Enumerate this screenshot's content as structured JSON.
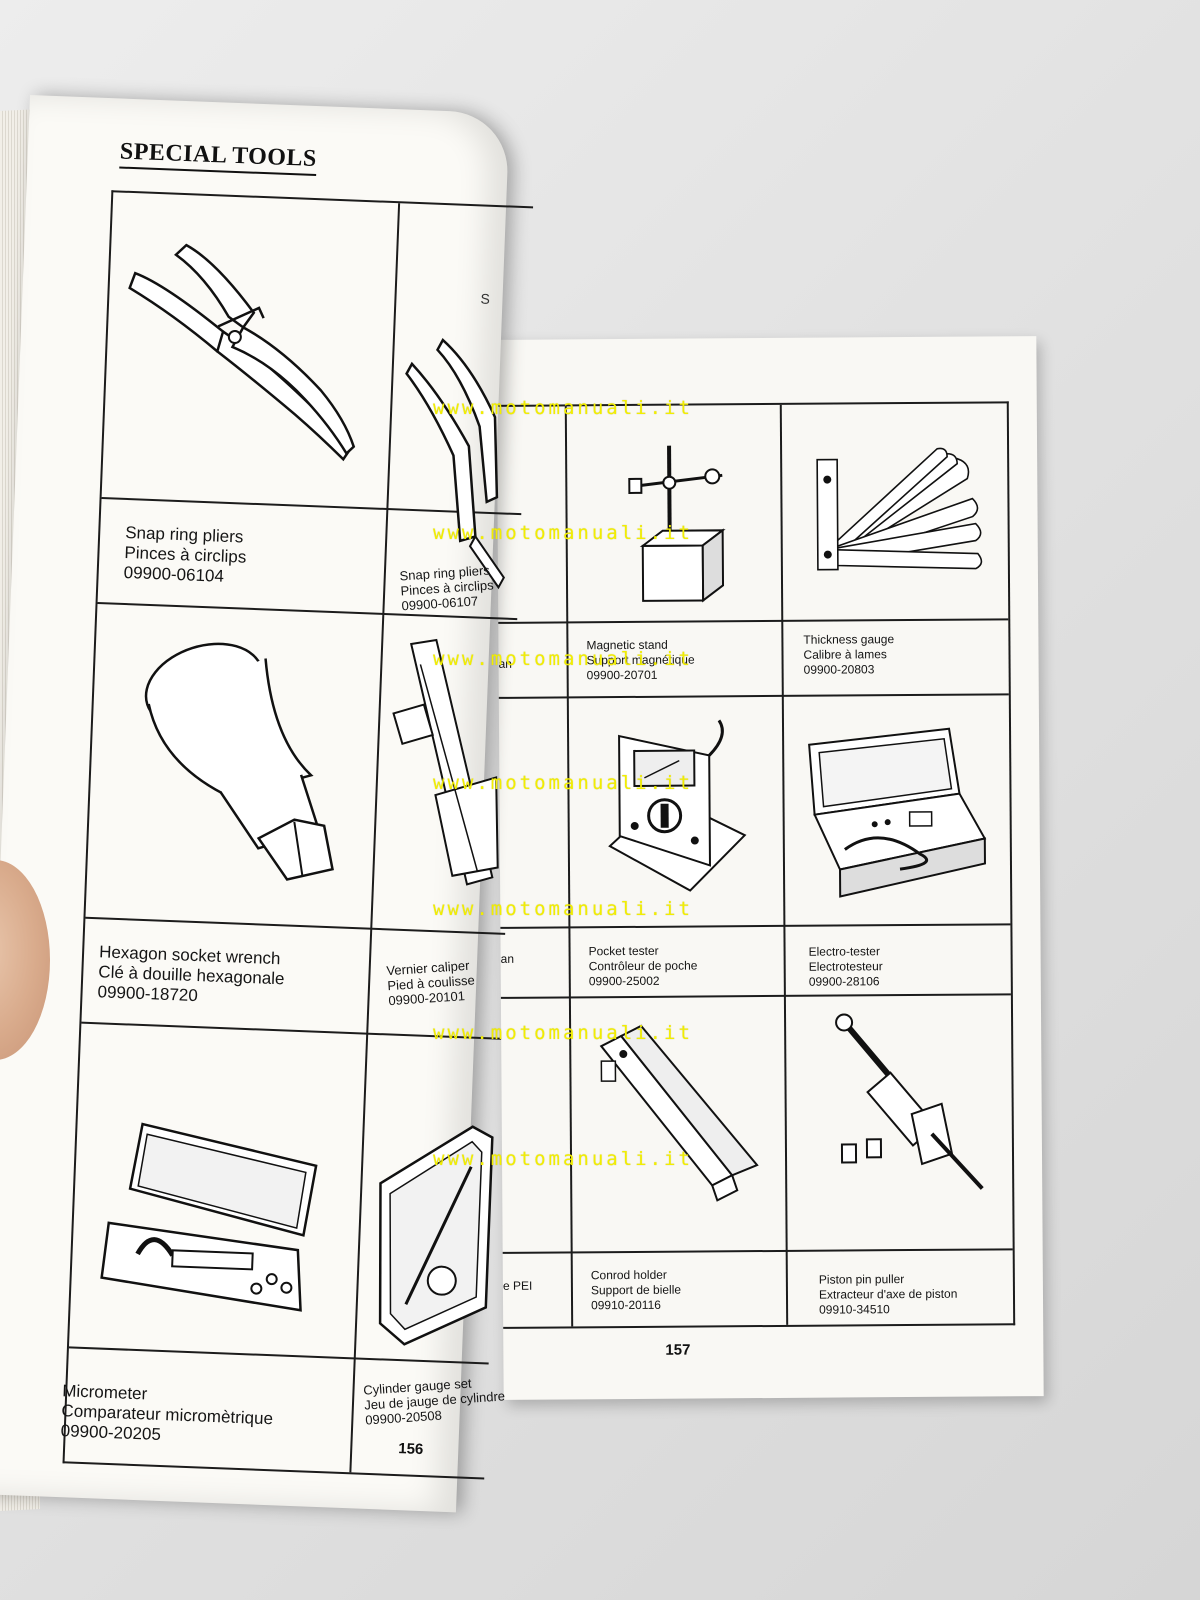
{
  "left_page": {
    "title": "SPECIAL TOOLS",
    "page_number": "156",
    "partial_header": "S",
    "tools": [
      {
        "name_en": "Snap ring pliers",
        "name_fr": "Pinces à circlips",
        "part_no": "09900-06104",
        "icon": "snap-ring-pliers-icon"
      },
      {
        "name_en": "Snap ring pliers",
        "name_fr": "Pinces à circlips",
        "part_no": "09900-06107",
        "icon": "snap-ring-pliers-icon"
      },
      {
        "name_en": "Hexagon socket wrench",
        "name_fr": "Clé à douille hexagonale",
        "part_no": "09900-18720",
        "icon": "hexagon-socket-icon"
      },
      {
        "name_en": "Vernier caliper",
        "name_fr": "Pied à coulisse",
        "part_no": "09900-20101",
        "icon": "vernier-caliper-icon"
      },
      {
        "name_en": "Micrometer",
        "name_fr": "Comparateur micromètrique",
        "part_no": "09900-20205",
        "icon": "micrometer-icon"
      },
      {
        "name_en": "Cylinder gauge set",
        "name_fr": "Jeu de jauge de cylindre",
        "part_no": "09900-20508",
        "icon": "cylinder-gauge-icon"
      }
    ]
  },
  "right_page": {
    "page_number": "157",
    "partial_captions": [
      "an",
      "an",
      "e PEI"
    ],
    "tools": [
      {
        "name_en": "Magnetic stand",
        "name_fr": "Support magnétique",
        "part_no": "09900-20701",
        "icon": "magnetic-stand-icon"
      },
      {
        "name_en": "Thickness gauge",
        "name_fr": "Calibre à lames",
        "part_no": "09900-20803",
        "icon": "thickness-gauge-icon"
      },
      {
        "name_en": "Pocket tester",
        "name_fr": "Contrôleur de poche",
        "part_no": "09900-25002",
        "icon": "pocket-tester-icon"
      },
      {
        "name_en": "Electro-tester",
        "name_fr": "Electrotesteur",
        "part_no": "09900-28106",
        "icon": "electro-tester-icon"
      },
      {
        "name_en": "Conrod holder",
        "name_fr": "Support de bielle",
        "part_no": "09910-20116",
        "icon": "conrod-holder-icon"
      },
      {
        "name_en": "Piston pin puller",
        "name_fr": "Extracteur d'axe de piston",
        "part_no": "09910-34510",
        "icon": "piston-pin-puller-icon"
      }
    ]
  },
  "watermark": {
    "text": "www.motomanuali.it",
    "color": "#f2ee00"
  }
}
